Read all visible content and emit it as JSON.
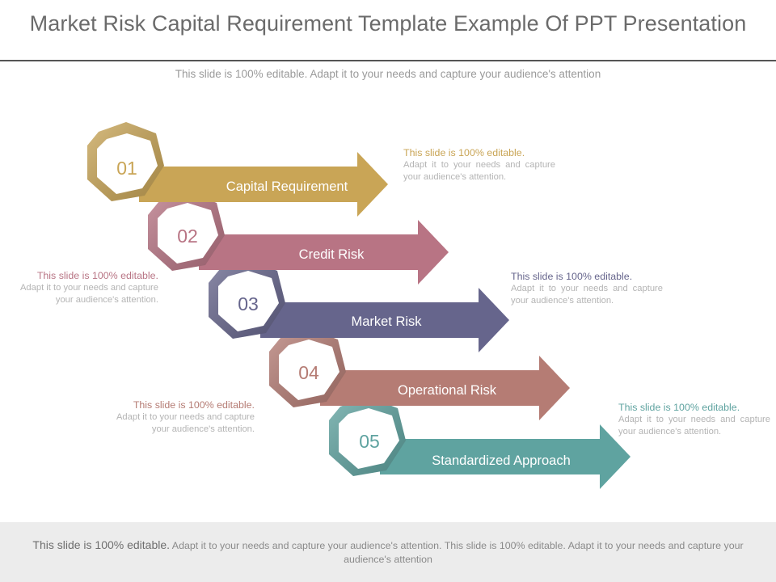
{
  "title": "Market Risk Capital Requirement Template Example Of PPT Presentation",
  "subtitle": "This slide is 100% editable. Adapt it to your needs and capture your audience's attention",
  "steps": [
    {
      "number": "01",
      "label": "Capital Requirement",
      "color": "#c9a556",
      "desc_lead": "This slide is 100% editable.",
      "desc_body": "Adapt it to your needs and capture your audience's attention."
    },
    {
      "number": "02",
      "label": "Credit Risk",
      "color": "#b87484",
      "desc_lead": "This slide is 100% editable.",
      "desc_body": "Adapt it to your needs and capture your audience's attention."
    },
    {
      "number": "03",
      "label": "Market Risk",
      "color": "#66658c",
      "desc_lead": "This slide is 100% editable.",
      "desc_body": "Adapt it to your needs and capture your audience's attention."
    },
    {
      "number": "04",
      "label": "Operational Risk",
      "color": "#b57c74",
      "desc_lead": "This slide is 100% editable.",
      "desc_body": "Adapt it to your needs and capture your audience's attention."
    },
    {
      "number": "05",
      "label": "Standardized Approach",
      "color": "#5fa3a0",
      "desc_lead": "This slide is 100% editable.",
      "desc_body": "Adapt it to your needs and capture your audience's attention."
    }
  ],
  "footer": {
    "lead": "This slide is 100% editable.",
    "body": " Adapt it to your needs and capture your audience's attention. This slide is 100% editable. Adapt it to your needs and capture your audience's attention"
  }
}
